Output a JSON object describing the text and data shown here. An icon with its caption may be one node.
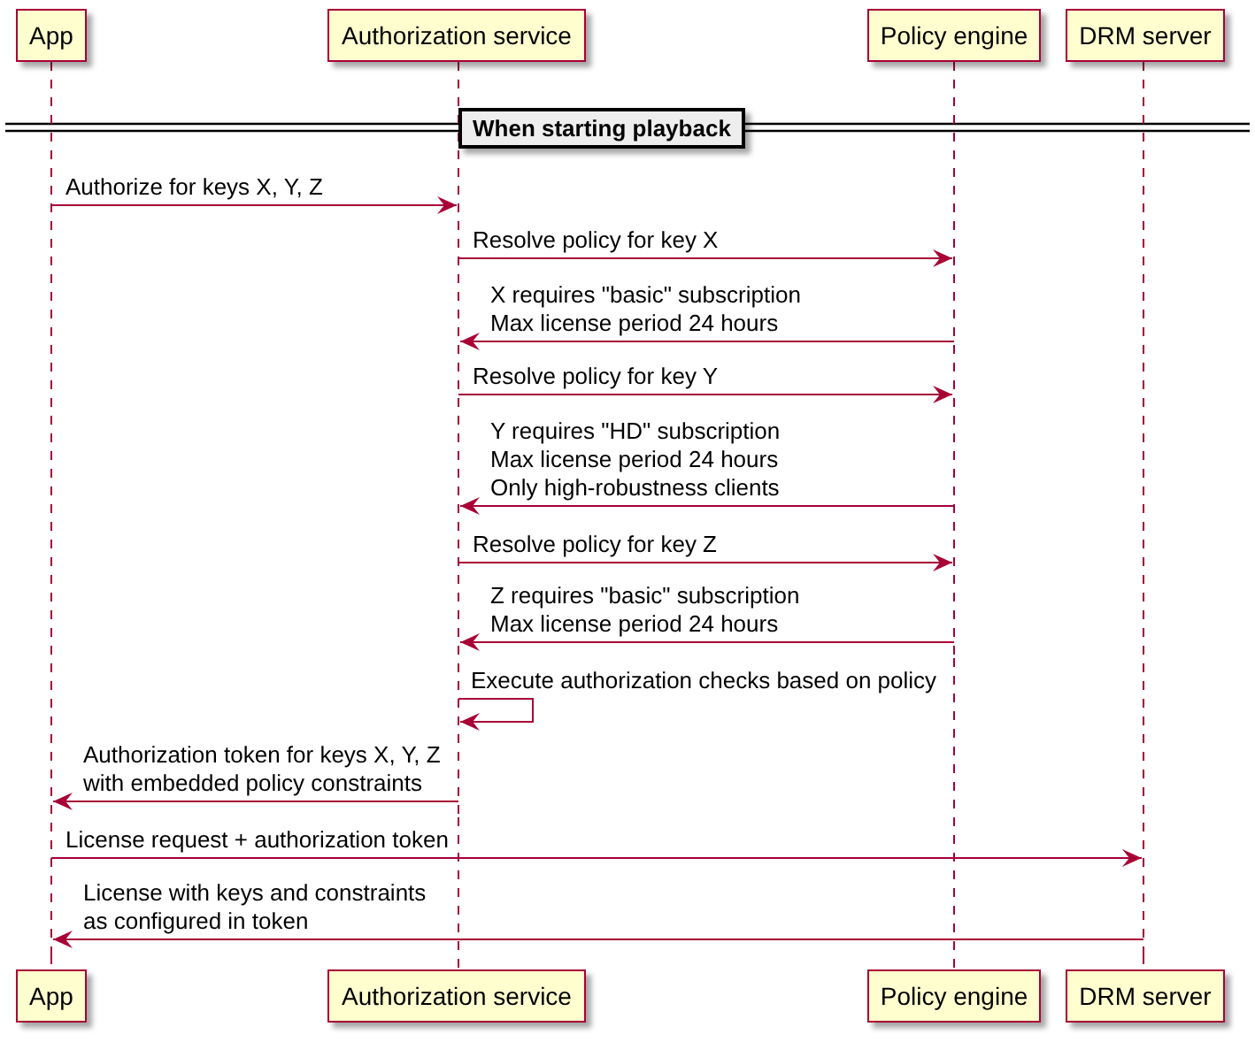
{
  "diagram": {
    "nodes": [
      {
        "text": [
          "App"
        ]
      },
      {
        "text": [
          "Authorization service"
        ]
      },
      {
        "text": [
          "Policy engine"
        ]
      },
      {
        "text": [
          "DRM server"
        ]
      },
      {
        "text": [
          "App"
        ]
      },
      {
        "text": [
          "Authorization service"
        ]
      },
      {
        "text": [
          "Policy engine"
        ]
      },
      {
        "text": [
          "DRM server"
        ]
      }
    ],
    "edges": [
      {
        "from": 0,
        "to": 1,
        "arrow": "to",
        "label": "Authorize for keys X, Y, Z"
      },
      {
        "from": 1,
        "to": 2,
        "arrow": "to",
        "label": "Resolve policy for key X"
      },
      {
        "from": 2,
        "to": 1,
        "arrow": "to",
        "label": "X requires \"basic\" subscription Max license period 24 hours"
      },
      {
        "from": 1,
        "to": 2,
        "arrow": "to",
        "label": "Resolve policy for key Y"
      },
      {
        "from": 2,
        "to": 1,
        "arrow": "to",
        "label": "Y requires \"HD\" subscription Max license period 24 hours Only high-robustness clients"
      },
      {
        "from": 1,
        "to": 2,
        "arrow": "to",
        "label": "Resolve policy for key Z"
      },
      {
        "from": 2,
        "to": 1,
        "arrow": "to",
        "label": "Z requires \"basic\" subscription Max license period 24 hours"
      },
      {
        "from": 1,
        "to": 1,
        "arrow": "to",
        "label": "Execute authorization checks based on policy"
      },
      {
        "from": 1,
        "to": 0,
        "arrow": "to",
        "label": "Authorization token for keys X, Y, Z with embedded policy constraints"
      },
      {
        "from": 0,
        "to": 3,
        "arrow": "to",
        "label": "License request + authorization token"
      },
      {
        "from": 3,
        "to": 0,
        "arrow": "to",
        "label": "License with keys and constraints as configured in token"
      },
      {
        "from": 0,
        "to": 4,
        "arrow": "none",
        "style": "dashed"
      },
      {
        "from": 1,
        "to": 5,
        "arrow": "none",
        "style": "dashed"
      },
      {
        "from": 2,
        "to": 6,
        "arrow": "none",
        "style": "dashed"
      },
      {
        "from": 3,
        "to": 7,
        "arrow": "none",
        "style": "dashed"
      }
    ],
    "labels": [
      "When starting playback"
    ]
  }
}
